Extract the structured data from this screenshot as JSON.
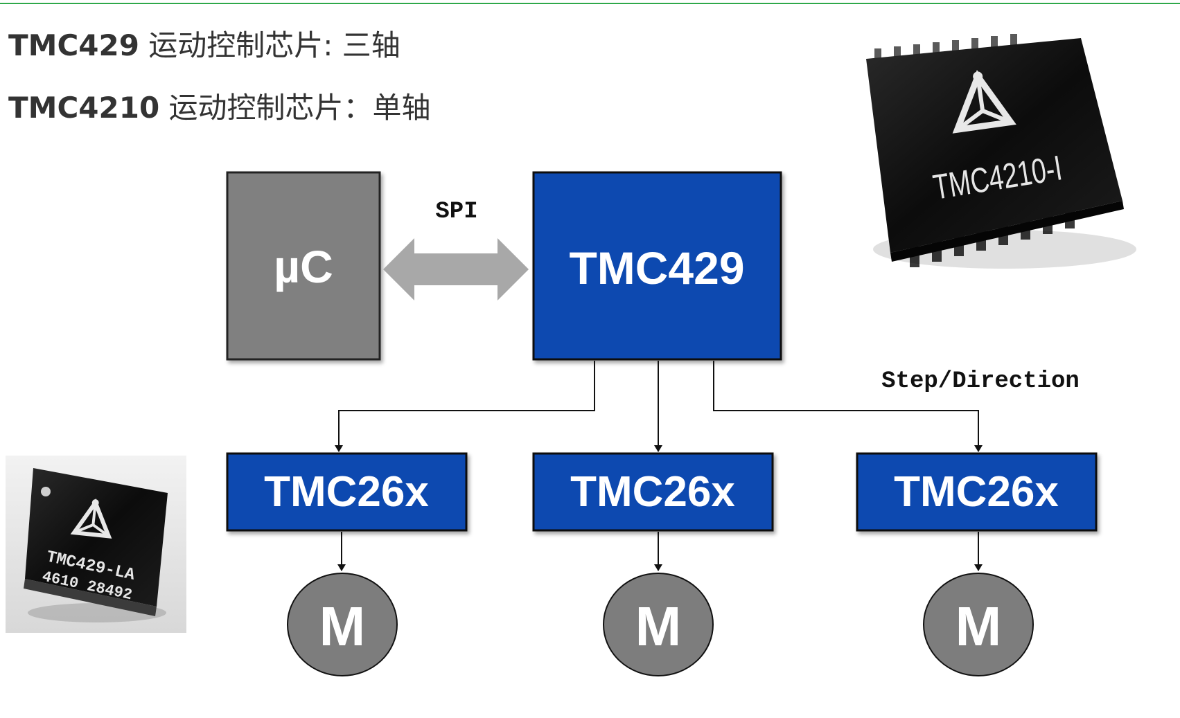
{
  "header": {
    "line1": {
      "chip": "TMC429",
      "desc": " 运动控制芯片: 三轴"
    },
    "line2": {
      "chip": "TMC4210",
      "desc": " 运动控制芯片：单轴"
    }
  },
  "diagram": {
    "uc_label": "µC",
    "spi_label": "SPI",
    "controller_label": "TMC429",
    "stepdir_label": "Step/Direction",
    "drivers": [
      "TMC26x",
      "TMC26x",
      "TMC26x"
    ],
    "motors": [
      "M",
      "M",
      "M"
    ]
  },
  "photos": {
    "chip_large_marking": "TMC4210-I",
    "chip_small_marking_line1": "TMC429-LA",
    "chip_small_marking_line2": "4610 28492"
  },
  "colors": {
    "accent_line": "#2ea84a",
    "controller_blue": "#0a49b0",
    "uc_gray": "#808080",
    "motor_gray": "#7d7d7d",
    "arrow_gray": "#a8a8a8"
  }
}
